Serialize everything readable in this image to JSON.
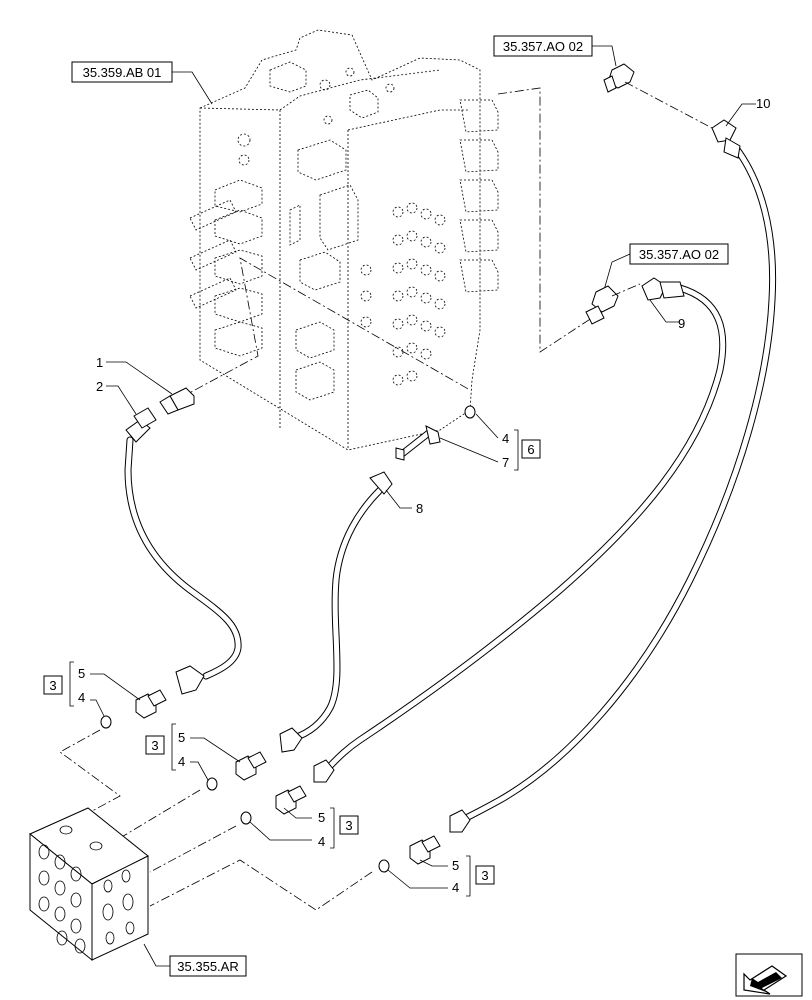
{
  "references": {
    "main_valve": "35.359.AB 01",
    "fitting_top": "35.357.AO 02",
    "fitting_mid": "35.357.AO 02",
    "manifold": "35.355.AR"
  },
  "callouts": {
    "c1": "1",
    "c2": "2",
    "c4a": "4",
    "c7": "7",
    "box6": "6",
    "c8": "8",
    "c9": "9",
    "c10": "10",
    "g1_box": "3",
    "g1_5": "5",
    "g1_4": "4",
    "g2_box": "3",
    "g2_5": "5",
    "g2_4": "4",
    "g3_box": "3",
    "g3_5": "5",
    "g3_4": "4",
    "g4_box": "3",
    "g4_5": "5",
    "g4_4": "4"
  },
  "icons": {
    "nav": "arrow-icon"
  }
}
